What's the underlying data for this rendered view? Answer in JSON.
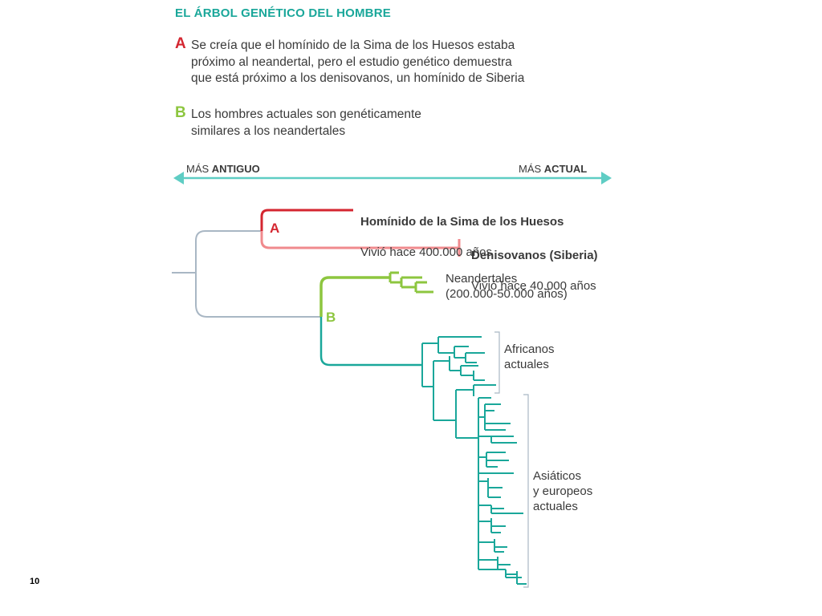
{
  "header": {
    "title": "EL ÁRBOL GENÉTICO DEL HOMBRE"
  },
  "notes": [
    {
      "letter": "A",
      "text": "Se creía que el homínido de la Sima de los Huesos estaba\npróximo al neandertal, pero el estudio genético demuestra\nque está próximo a los denisovanos, un homínido de Siberia"
    },
    {
      "letter": "B",
      "text": "Los hombres actuales son genéticamente\nsimilares a los neandertales"
    }
  ],
  "timeline": {
    "left_prefix": "MÁS ",
    "left_bold": "ANTIGUO",
    "right_prefix": "MÁS ",
    "right_bold": "ACTUAL"
  },
  "tree": {
    "branch_a_tag": "A",
    "branch_b_tag": "B",
    "sima": {
      "name": "Homínido de la Sima de los Huesos",
      "age": "Vivió hace 400.000 años"
    },
    "denisovanos": {
      "name": "Denisovanos (Siberia)",
      "age": "Vivió hace 40.000 años"
    },
    "neandertales": {
      "text": "Neandertales\n(200.000-50.000 años)"
    },
    "africanos": {
      "text": "Africanos\nactuales"
    },
    "asiaticos": {
      "text": "Asiáticos\n y europeos\nactuales"
    }
  },
  "colors": {
    "title": "#1aa79a",
    "branch_a": "#d42630",
    "branch_a_light": "#f08a8d",
    "branch_b": "#8dc63f",
    "modern": "#1aa79a",
    "root": "#a9b7c4",
    "timeline_arrow": "#5fcdc4"
  },
  "page": {
    "number": "10"
  }
}
